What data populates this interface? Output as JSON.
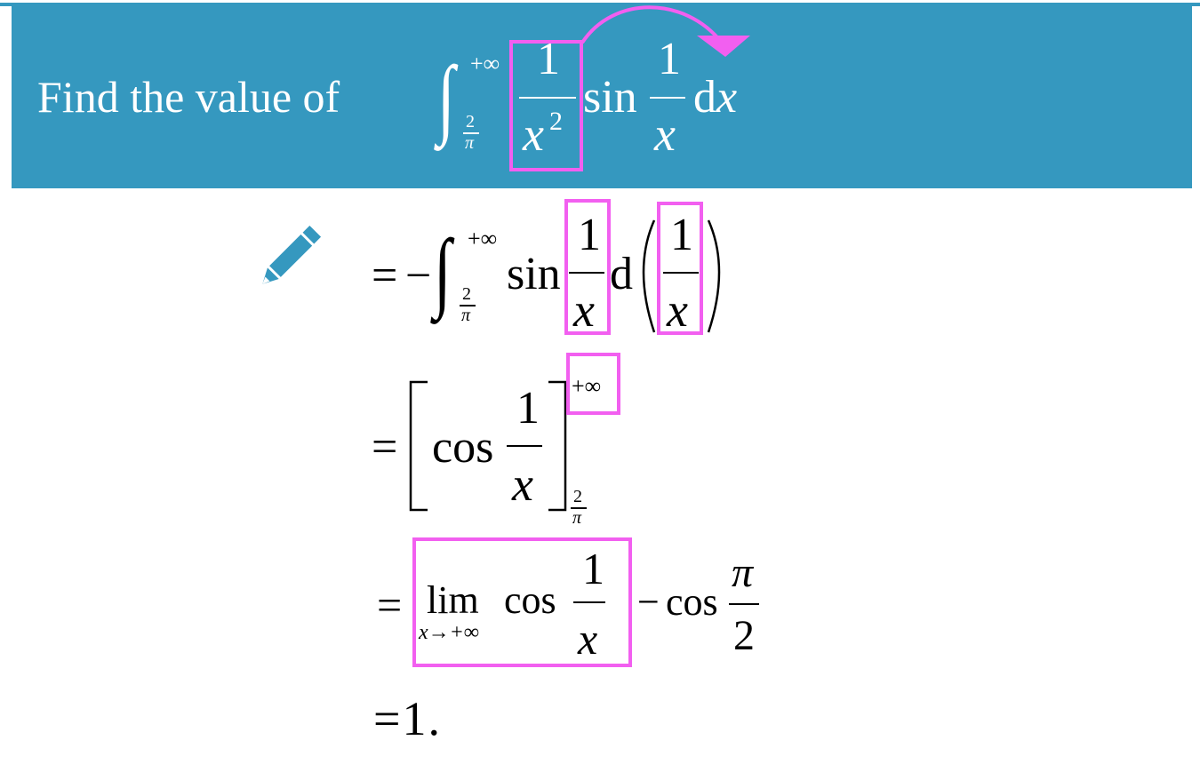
{
  "header": {
    "prompt": "Find the value of",
    "integral_sign": "∫",
    "upper_limit": "+∞",
    "lower_limit_num": "2",
    "lower_limit_den": "π",
    "frac_num": "1",
    "frac_den": "x",
    "frac_den_exp": "2",
    "sin": "sin",
    "sin_num": "1",
    "sin_den": "x",
    "d": "d",
    "dx_var": "x"
  },
  "steps": {
    "s1": {
      "eq": "=",
      "minus": "−",
      "integral_sign": "∫",
      "upper_limit": "+∞",
      "lower_limit_num": "2",
      "lower_limit_den": "π",
      "sin": "sin",
      "num": "1",
      "den": "x",
      "d": "d",
      "paren_num": "1",
      "paren_den": "x"
    },
    "s2": {
      "eq": "=",
      "cos": "cos",
      "num": "1",
      "den": "x",
      "upper": "+∞",
      "lower_num": "2",
      "lower_den": "π"
    },
    "s3": {
      "eq": "=",
      "lim": "lim",
      "lim_sub": "x→+∞",
      "cos": "cos",
      "num": "1",
      "den": "x",
      "minus": "−",
      "cos2": "cos",
      "pi_num": "π",
      "pi_den": "2"
    },
    "s4": {
      "result": "=1."
    }
  },
  "icons": {
    "edit": "pencil-icon"
  },
  "colors": {
    "banner": "#3598bf",
    "highlight": "#f25ff0",
    "pencil": "#3598bf"
  }
}
